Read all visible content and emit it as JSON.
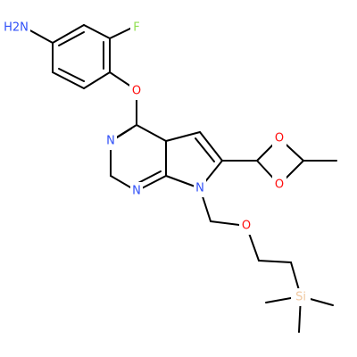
{
  "colors": {
    "bond": "#000000",
    "N": "#3050F8",
    "O": "#FF0D0D",
    "F": "#90E050",
    "Si": "#F0C8A0",
    "background": "#ffffff"
  },
  "labels": {
    "amine": "H2N",
    "fluorine": "F",
    "ether_oxygen": "O",
    "pyrimidine_n1": "N",
    "pyrimidine_n3": "N",
    "pyrrole_n": "N",
    "dioxetane_o1": "O",
    "dioxetane_o2": "O",
    "sem_oxygen": "O",
    "silicon": "Si"
  }
}
